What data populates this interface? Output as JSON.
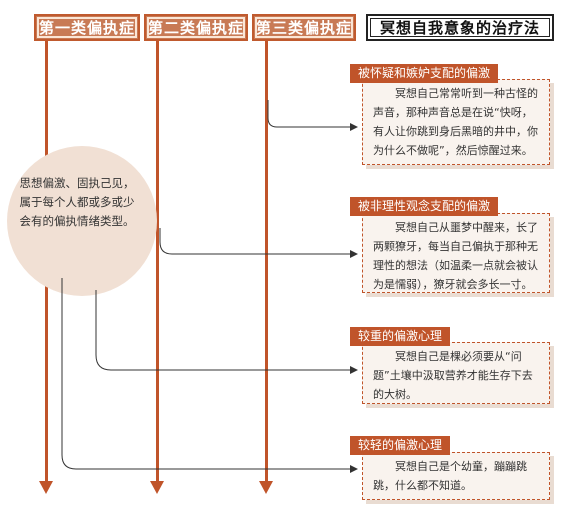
{
  "headers": {
    "category1": "第一类偏执症",
    "category2": "第二类偏执症",
    "category3": "第三类偏执症",
    "therapy": "冥想自我意象的治疗法"
  },
  "intro": "思想偏激、固执己见，属于每个人都或多或少会有的偏执情绪类型。",
  "cards": [
    {
      "title": "被怀疑和嫉妒支配的偏激",
      "body": "冥想自己常常听到一种古怪的声音，那种声音总是在说“快呀，有人让你跳到身后黑暗的井中，你为什么不做呢”，然后惊醒过来。"
    },
    {
      "title": "被非理性观念支配的偏激",
      "body": "冥想自己从噩梦中醒来，长了两颗獠牙，每当自己偏执于那种无理性的想法（如温柔一点就会被认为是懦弱），獠牙就会多长一寸。"
    },
    {
      "title": "较重的偏激心理",
      "body": "冥想自己是棵必须要从“问题”土壤中汲取营养才能生存下去的大树。"
    },
    {
      "title": "较轻的偏激心理",
      "body": "冥想自己是个幼童，蹦蹦跳跳，什么都不知道。"
    }
  ],
  "colors": {
    "accent": "#c0542a",
    "header_fill": "#c87a55",
    "circle_fill": "#f1e0d4",
    "card_fill": "#f9f3ee"
  }
}
